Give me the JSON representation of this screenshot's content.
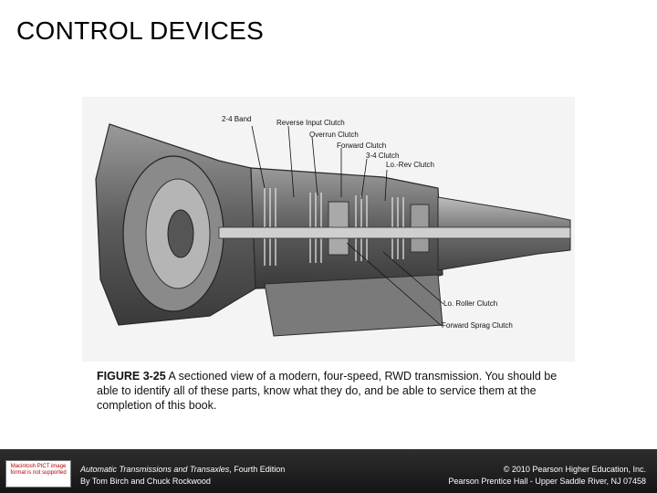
{
  "slide": {
    "title": "CONTROL DEVICES"
  },
  "figure": {
    "labels": {
      "band_2_4": "2-4 Band",
      "reverse_input_clutch": "Reverse Input Clutch",
      "overrun_clutch": "Overrun Clutch",
      "forward_clutch": "Forward Clutch",
      "clutch_3_4": "3-4 Clutch",
      "lo_rev_clutch": "Lo.-Rev Clutch",
      "lo_roller_clutch": "Lo. Roller Clutch",
      "forward_sprag_clutch": "Forward Sprag Clutch"
    }
  },
  "caption": {
    "figure_number": "FIGURE 3-25",
    "text": " A sectioned view of a modern, four-speed, RWD transmission. You should be able to identify all of these parts, know what they do, and be able to service them at the completion of this book."
  },
  "footer": {
    "pict_notice": "Macintosh PICT image format is not supported",
    "book_title": "Automatic Transmissions and Transaxles",
    "edition": ", Fourth Edition",
    "authors": "By Tom Birch and Chuck Rockwood",
    "copyright": "© 2010 Pearson Higher Education, Inc.",
    "publisher": "Pearson Prentice Hall - Upper Saddle River, NJ 07458"
  }
}
